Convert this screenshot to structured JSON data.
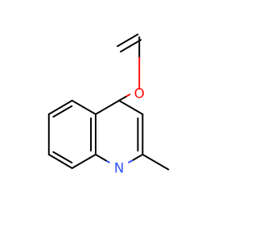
{
  "molecule": {
    "atoms": [
      {
        "id": "O1",
        "element": "O",
        "label": "O",
        "color": "#ff0d0d"
      },
      {
        "id": "N1",
        "element": "N",
        "label": "N",
        "color": "#3050f8"
      }
    ]
  }
}
